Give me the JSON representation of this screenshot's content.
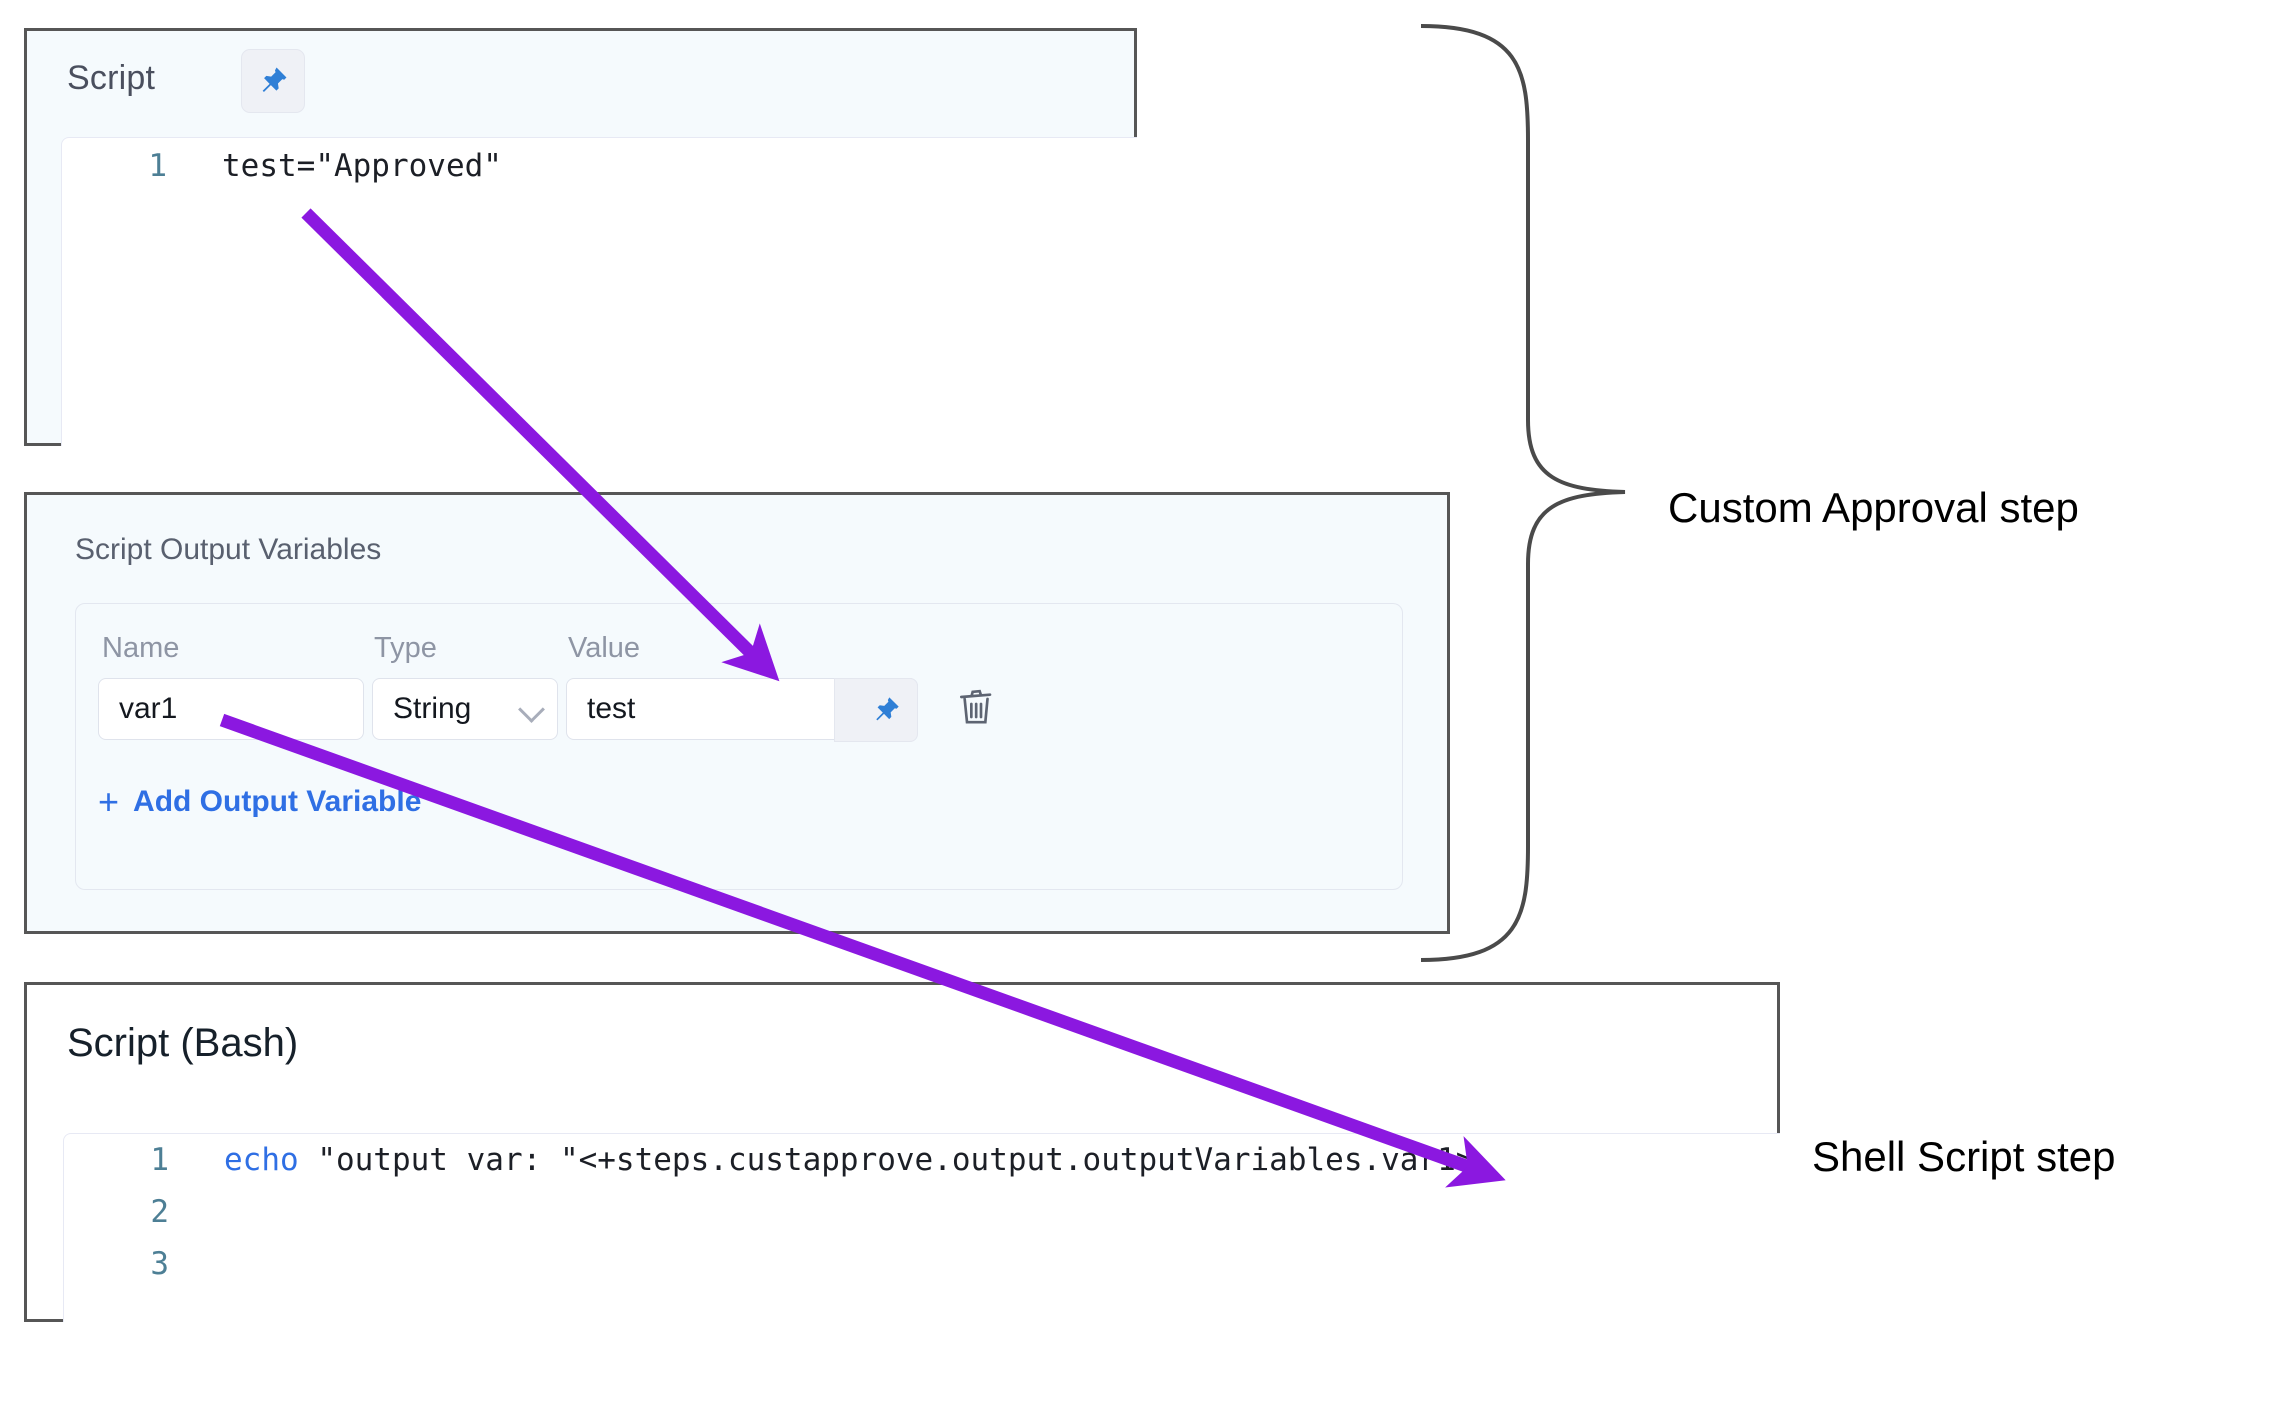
{
  "script_panel": {
    "title": "Script",
    "pin_icon": "pin-icon",
    "code": [
      {
        "num": "1",
        "text": "test=\"Approved\""
      }
    ]
  },
  "output_variables_panel": {
    "title": "Script Output Variables",
    "columns": {
      "name": "Name",
      "type": "Type",
      "value": "Value"
    },
    "rows": [
      {
        "name": "var1",
        "type": "String",
        "value": "test"
      }
    ],
    "row_pin_icon": "pin-icon",
    "delete_icon": "trash-icon",
    "dropdown_icon": "chevron-down-icon",
    "add_button": {
      "plus": "+",
      "label": "Add Output Variable"
    }
  },
  "bash_panel": {
    "title": "Script (Bash)",
    "code": [
      {
        "num": "1",
        "keyword": "echo",
        "text": " \"output var: \"<+steps.custapprove.output.outputVariables.var1>"
      },
      {
        "num": "2",
        "keyword": "",
        "text": ""
      },
      {
        "num": "3",
        "keyword": "",
        "text": ""
      }
    ]
  },
  "annotations": {
    "custom_approval": "Custom Approval step",
    "shell_script": "Shell Script step"
  },
  "colors": {
    "arrow": "#8B18E0",
    "brace": "#4a4a4a",
    "panel_border": "#565656",
    "panel_bg": "#f5fafd",
    "link_blue": "#2f6fe4",
    "line_number": "#4d7f95",
    "pin_blue": "#2f7fd6"
  }
}
